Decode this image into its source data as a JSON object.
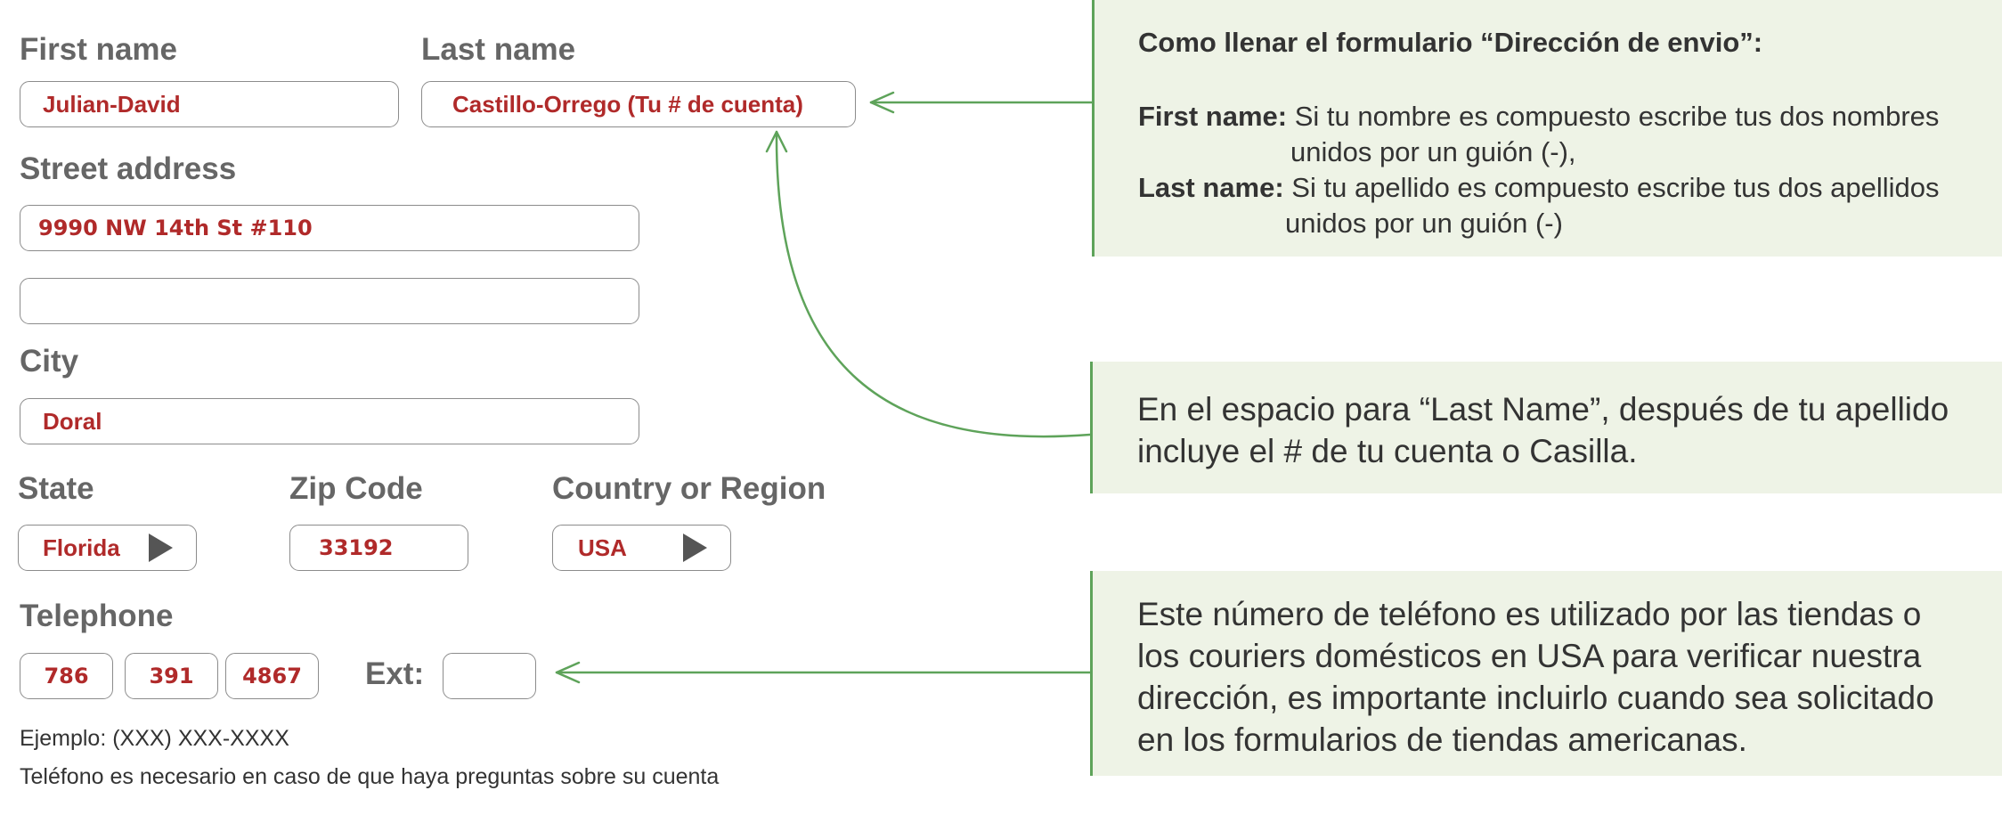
{
  "form": {
    "first_name": {
      "label": "First name",
      "value": "Julian-David"
    },
    "last_name": {
      "label": "Last name",
      "value": "Castillo-Orrego (Tu # de cuenta)"
    },
    "street": {
      "label": "Street address",
      "value": "9990 NW 14th St #110",
      "value2": ""
    },
    "city": {
      "label": "City",
      "value": "Doral"
    },
    "state": {
      "label": "State",
      "value": "Florida",
      "icon": "triangle-right-icon"
    },
    "zip": {
      "label": "Zip Code",
      "value": "33192"
    },
    "country": {
      "label": "Country or Region",
      "value": "USA",
      "icon": "triangle-right-icon"
    },
    "telephone": {
      "label": "Telephone",
      "part1": "786",
      "part2": "391",
      "part3": "4867",
      "ext_label": "Ext:",
      "ext_value": ""
    },
    "example": "Ejemplo: (XXX) XXX-XXXX",
    "note": "Teléfono es necesario en caso de que haya preguntas sobre su cuenta"
  },
  "callouts": {
    "instructions": {
      "title": "Como llenar el formulario “Dirección de envio”:",
      "first_label": "First name:",
      "first_line1": "Si tu nombre es compuesto escribe tus dos nombres",
      "first_line2": "unidos por un guión (-),",
      "last_label": "Last name:",
      "last_line1": "Si tu apellido es compuesto escribe tus dos apellidos",
      "last_line2": "unidos por un guión (-)"
    },
    "last_name_hint": {
      "line1": "En el espacio para “Last Name”, después de tu apellido",
      "line2": "incluye el # de tu cuenta o Casilla."
    },
    "phone_hint": {
      "line1": "Este número de teléfono es utilizado por las tiendas o",
      "line2": "los couriers domésticos en USA para verificar nuestra",
      "line3": "dirección, es importante incluirlo cuando sea solicitado",
      "line4": "en los formularios de tiendas americanas."
    }
  },
  "colors": {
    "value_text": "#b02a2a",
    "label_text": "#666666",
    "callout_bg": "#eef3e6",
    "callout_border": "#5ea35a",
    "arrow": "#5ea35a"
  }
}
